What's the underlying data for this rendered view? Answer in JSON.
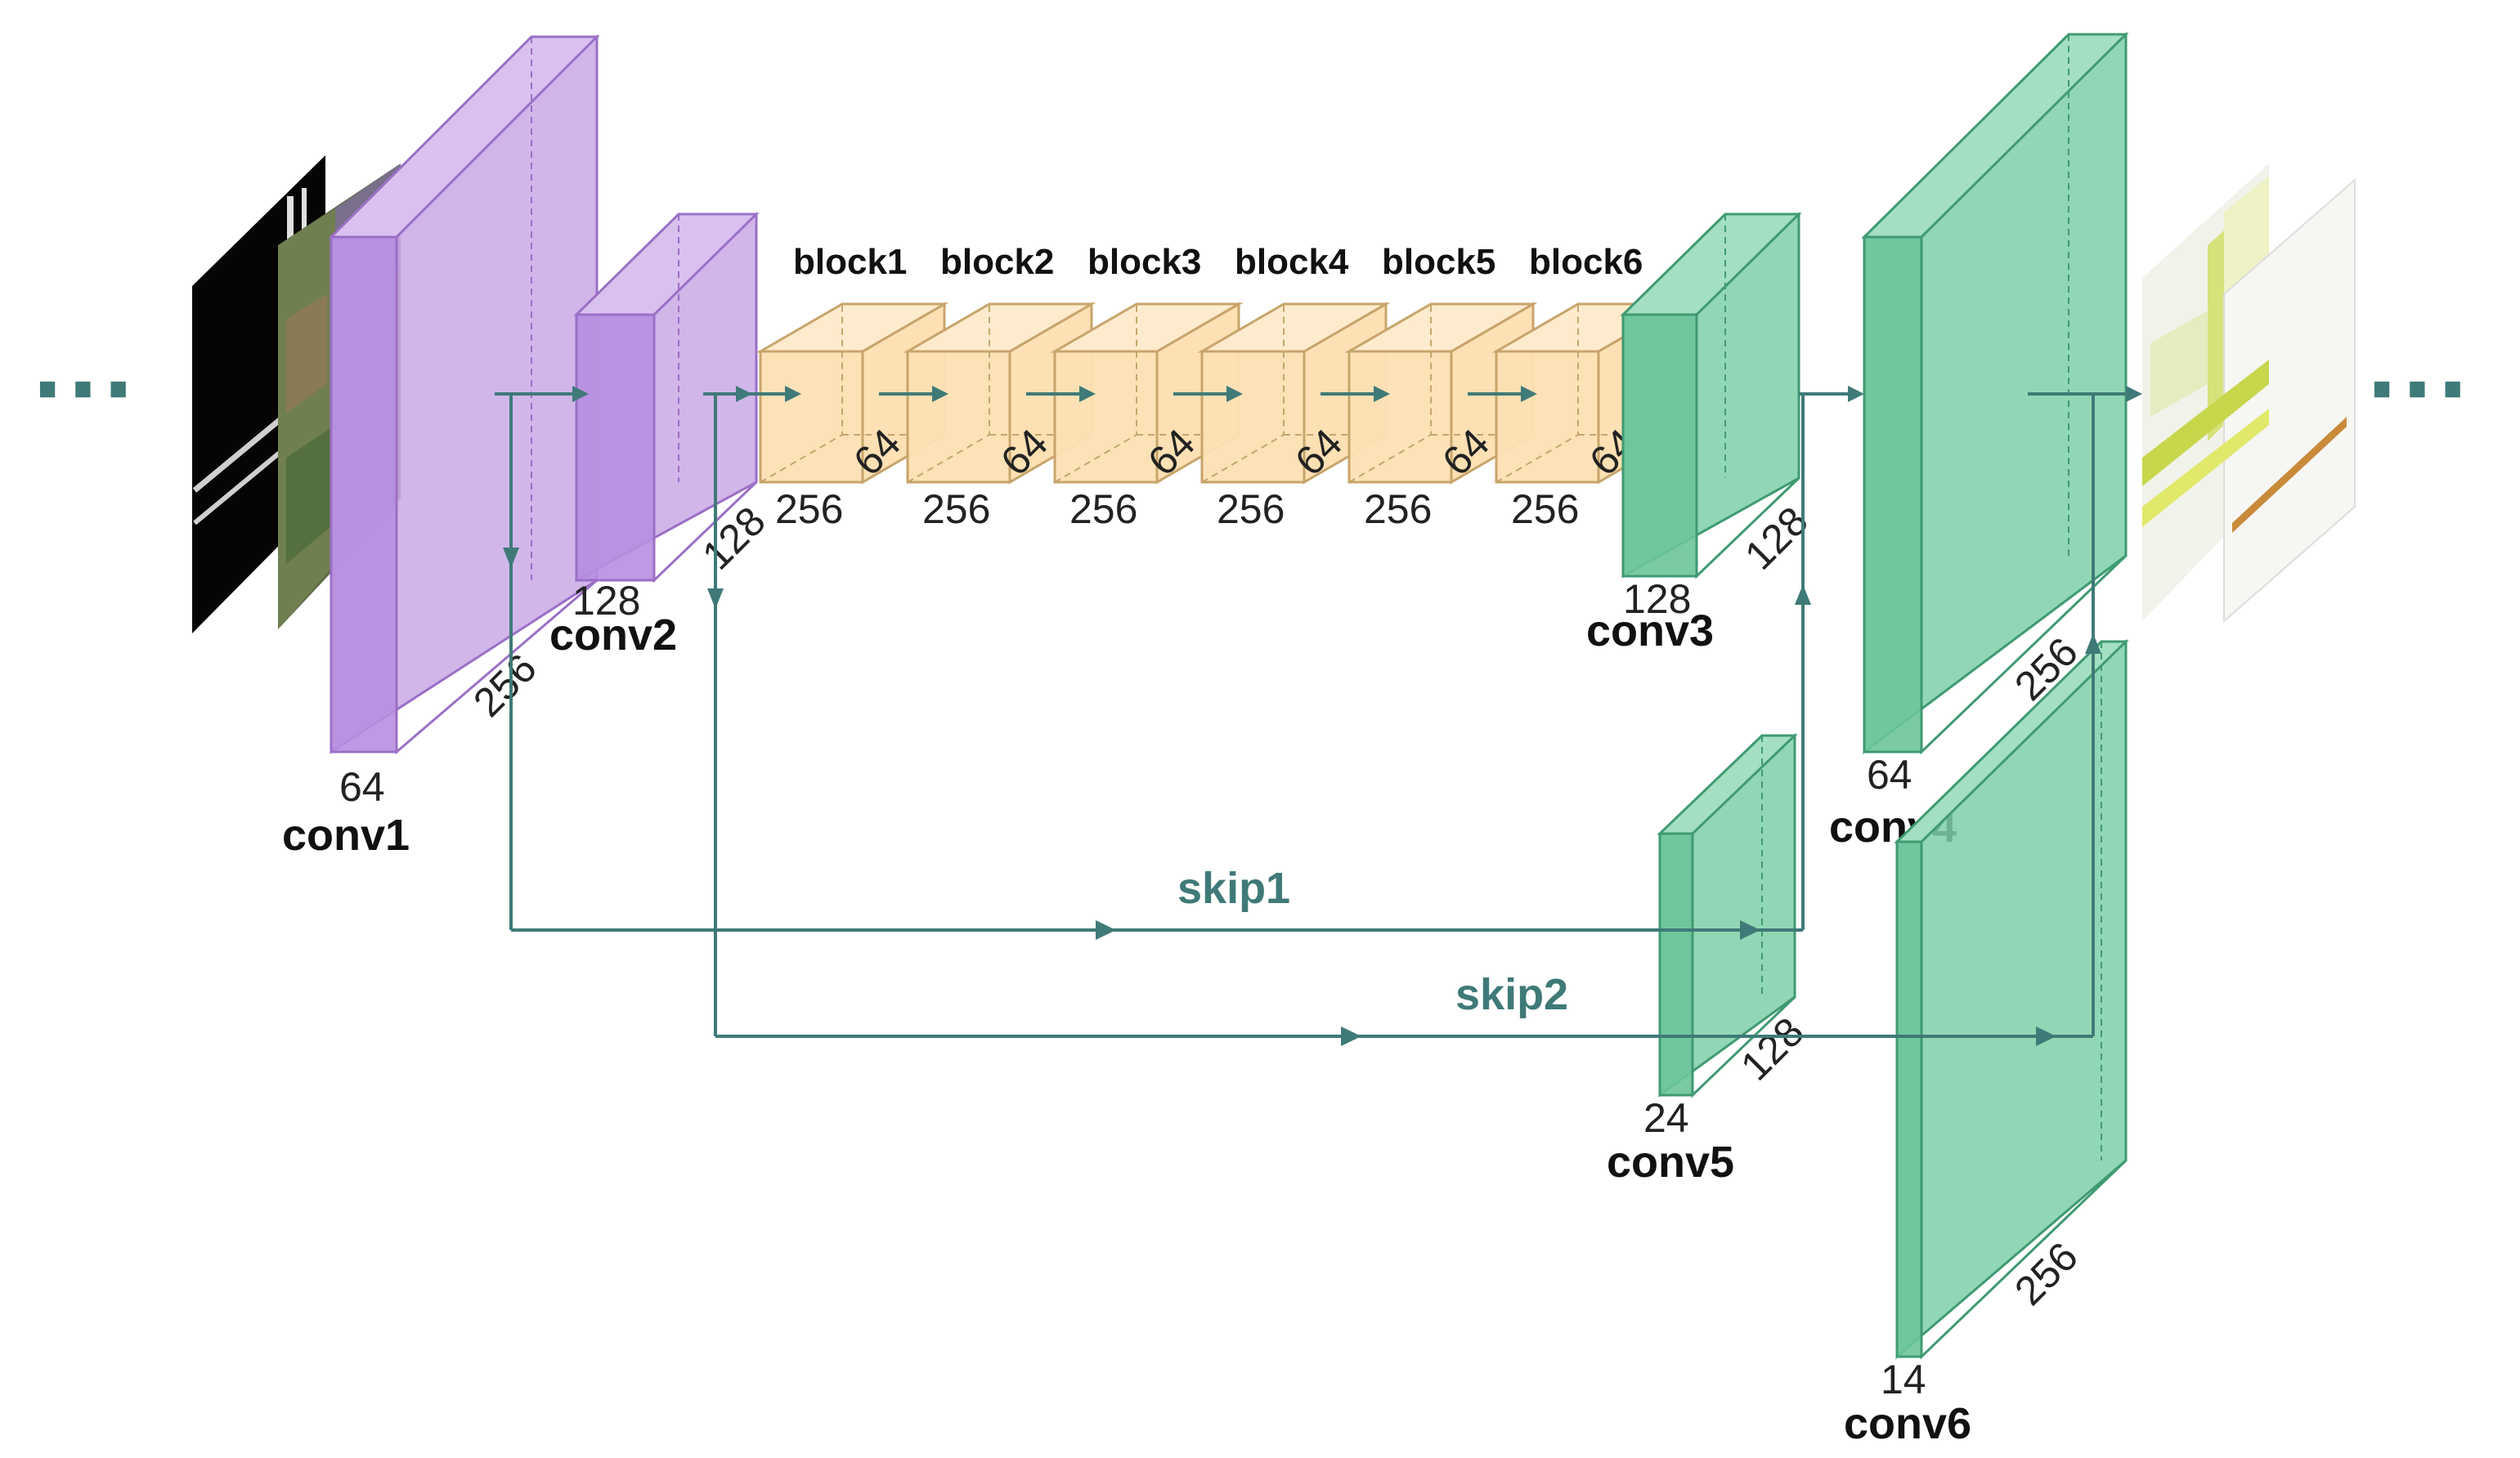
{
  "colors": {
    "encoder": "#c9a9e6",
    "encoder_edge": "#9b6fc6",
    "res_block": "#fde0b4",
    "res_block_edge": "#c8a46a",
    "decoder": "#7fd0a8",
    "decoder_edge": "#3f9a72",
    "arrow": "#3f7a78"
  },
  "ellipsis": {
    "left": "···",
    "right": "···"
  },
  "input_image": {
    "icon": "stacked-satellite-image-input-icon"
  },
  "output_image": {
    "icon": "stacked-segmentation-output-icon"
  },
  "layers": {
    "conv1": {
      "label": "conv1",
      "channels": "64",
      "size": "256"
    },
    "conv2": {
      "label": "conv2",
      "channels": "128",
      "size": "128"
    },
    "conv3": {
      "label": "conv3",
      "channels": "128",
      "size": "128"
    },
    "conv4": {
      "label": "conv4",
      "channels": "64",
      "size": "256"
    },
    "conv5": {
      "label": "conv5",
      "channels": "24",
      "size": "128"
    },
    "conv6": {
      "label": "conv6",
      "channels": "14",
      "size": "256"
    }
  },
  "blocks": [
    {
      "label": "block1",
      "channels": "256",
      "size": "64"
    },
    {
      "label": "block2",
      "channels": "256",
      "size": "64"
    },
    {
      "label": "block3",
      "channels": "256",
      "size": "64"
    },
    {
      "label": "block4",
      "channels": "256",
      "size": "64"
    },
    {
      "label": "block5",
      "channels": "256",
      "size": "64"
    },
    {
      "label": "block6",
      "channels": "256",
      "size": "64"
    }
  ],
  "skips": {
    "skip1": "skip1",
    "skip2": "skip2"
  }
}
